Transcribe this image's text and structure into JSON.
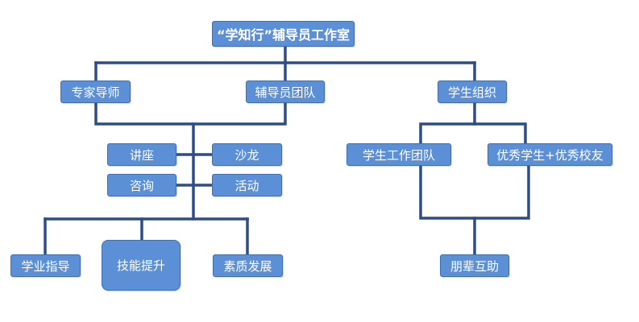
{
  "diagram": {
    "root": "“学知行”辅导员工作室",
    "branches": {
      "experts": "专家导师",
      "counselors": "辅导员团队",
      "students": "学生组织"
    },
    "activities": {
      "lecture": "讲座",
      "salon": "沙龙",
      "consult": "咨询",
      "activity": "活动"
    },
    "outcomes": {
      "study_guidance": "学业指导",
      "skill_improvement": "技能提升",
      "quality_development": "素质发展"
    },
    "student_units": {
      "work_team": "学生工作团队",
      "excellent": "优秀学生+优秀校友"
    },
    "peer_help": "朋辈互助"
  },
  "colors": {
    "box_fill": "#5b8fd6",
    "box_border": "#3f6fb0",
    "connector": "#2e4d86",
    "text": "#ffffff"
  }
}
